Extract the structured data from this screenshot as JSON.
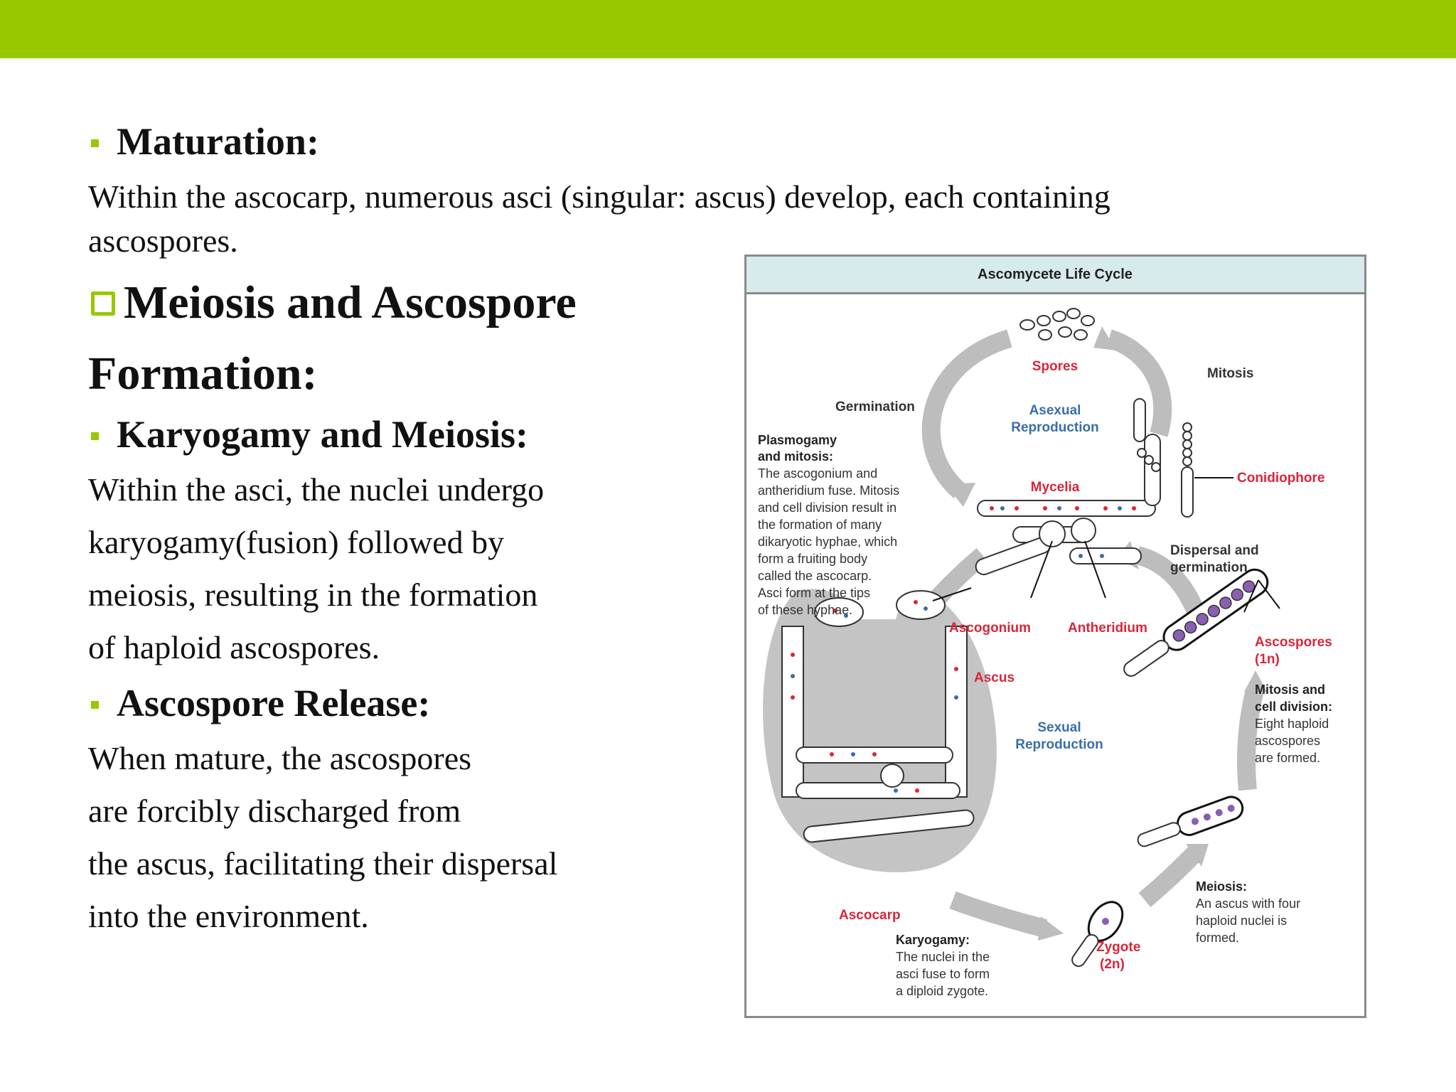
{
  "colors": {
    "accent": "#97c800",
    "red_label": "#d8263a",
    "blue_label": "#3a6ea8"
  },
  "sections": {
    "maturation": {
      "heading": "Maturation:",
      "body": [
        "Within the ascocarp, numerous asci (singular: ascus) develop, each containing",
        "ascospores."
      ]
    },
    "meiosis_heading": {
      "line1": "Meiosis and Ascospore",
      "line2": "Formation:"
    },
    "karyogamy": {
      "heading": "Karyogamy and Meiosis:",
      "body": [
        "Within the asci, the nuclei undergo",
        "karyogamy(fusion) followed by",
        "meiosis, resulting in the formation",
        "of haploid ascospores."
      ]
    },
    "release": {
      "heading": "Ascospore Release:",
      "body": [
        "When mature, the ascospores",
        "are forcibly discharged from",
        "the ascus, facilitating their dispersal",
        "into the environment."
      ]
    }
  },
  "diagram": {
    "title": "Ascomycete Life Cycle",
    "labels": {
      "spores": "Spores",
      "mitosis": "Mitosis",
      "germination": "Germination",
      "asexual": [
        "Asexual",
        "Reproduction"
      ],
      "mycelia": "Mycelia",
      "conidiophore": "Conidiophore",
      "plasmogamy_title": [
        "Plasmogamy",
        "and mitosis:"
      ],
      "plasmogamy_body": [
        "The ascogonium and",
        "antheridium fuse. Mitosis",
        "and cell division result in",
        "the formation of many",
        "dikaryotic hyphae, which",
        "form a fruiting body",
        "called the ascocarp.",
        "Asci form at the tips",
        "of these hyphae."
      ],
      "dispersal": [
        "Dispersal and",
        "germination"
      ],
      "ascogonium": "Ascogonium",
      "antheridium": "Antheridium",
      "ascospores": [
        "Ascospores",
        "(1n)"
      ],
      "ascus": "Ascus",
      "sexual": [
        "Sexual",
        "Reproduction"
      ],
      "mitosis_cell_title": [
        "Mitosis and",
        "cell division:"
      ],
      "mitosis_cell_body": [
        "Eight haploid",
        "ascospores",
        "are formed."
      ],
      "ascocarp": "Ascocarp",
      "karyogamy_title": "Karyogamy:",
      "karyogamy_body": [
        "The nuclei in the",
        "asci fuse to form",
        "a diploid zygote."
      ],
      "zygote": [
        "Zygote",
        "(2n)"
      ],
      "meiosis_title": "Meiosis:",
      "meiosis_body": [
        "An ascus with four",
        "haploid nuclei is",
        "formed."
      ]
    }
  }
}
